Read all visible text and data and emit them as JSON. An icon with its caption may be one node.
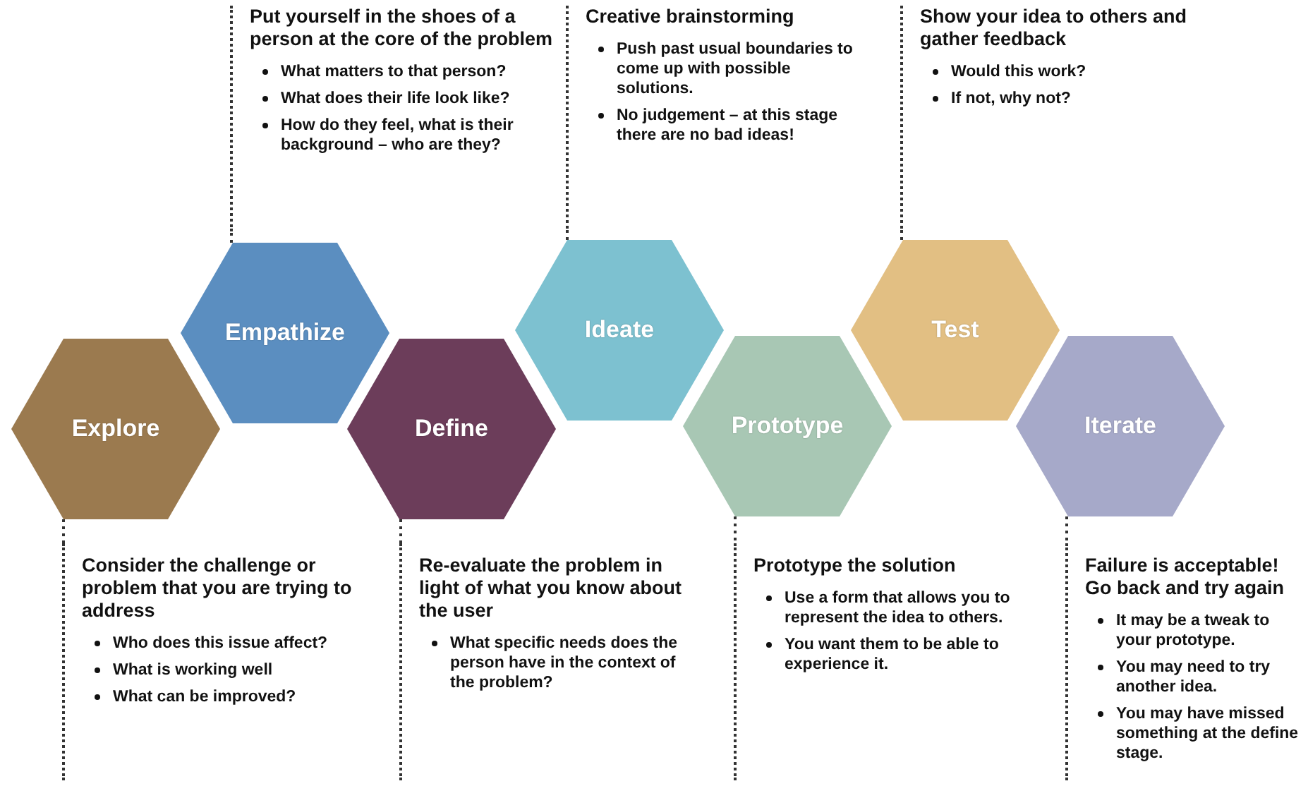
{
  "diagram": {
    "nodes": [
      {
        "text": [
          "Explore"
        ]
      },
      {
        "text": [
          "Empathize"
        ]
      },
      {
        "text": [
          "Define"
        ]
      },
      {
        "text": [
          "Ideate"
        ]
      },
      {
        "text": [
          "Prototype"
        ]
      },
      {
        "text": [
          "Test"
        ]
      },
      {
        "text": [
          "Iterate"
        ]
      },
      {
        "text": [
          "Consider the challenge or problem that you are trying to address",
          "Who does this issue affect?",
          "What is working well",
          "What can be improved?"
        ]
      },
      {
        "text": [
          "Put yourself in the shoes of a person at the core of the problem",
          "What matters to that person?",
          "What does their life look like?",
          "How do they feel, what is their background – who are they?"
        ]
      },
      {
        "text": [
          "Re-evaluate the problem in light of what you know about the user",
          "What specific needs does the person have in the context of the problem?"
        ]
      },
      {
        "text": [
          "Creative brainstorming",
          "Push past usual boundaries to come up with possible solutions.",
          "No judgement – at this stage there are no bad ideas!"
        ]
      },
      {
        "text": [
          "Prototype the solution",
          "Use a form that allows you to represent the idea to others.",
          "You want them to be able to experience it."
        ]
      },
      {
        "text": [
          "Show your idea to others and gather feedback",
          "Would this work?",
          "If not, why not?"
        ]
      },
      {
        "text": [
          "Failure is acceptable! Go back and try again",
          "It may be a tweak to your prototype.",
          "You may need to try another idea.",
          "You may have missed something at the define stage."
        ]
      }
    ],
    "edges": [
      {
        "from": 0,
        "to": 7,
        "arrow": "none",
        "style": "dashed"
      },
      {
        "from": 1,
        "to": 8,
        "arrow": "none",
        "style": "dashed"
      },
      {
        "from": 2,
        "to": 9,
        "arrow": "none",
        "style": "dashed"
      },
      {
        "from": 3,
        "to": 10,
        "arrow": "none",
        "style": "dashed"
      },
      {
        "from": 4,
        "to": 11,
        "arrow": "none",
        "style": "dashed"
      },
      {
        "from": 5,
        "to": 12,
        "arrow": "none",
        "style": "dashed"
      },
      {
        "from": 6,
        "to": 13,
        "arrow": "none",
        "style": "dashed"
      }
    ]
  }
}
